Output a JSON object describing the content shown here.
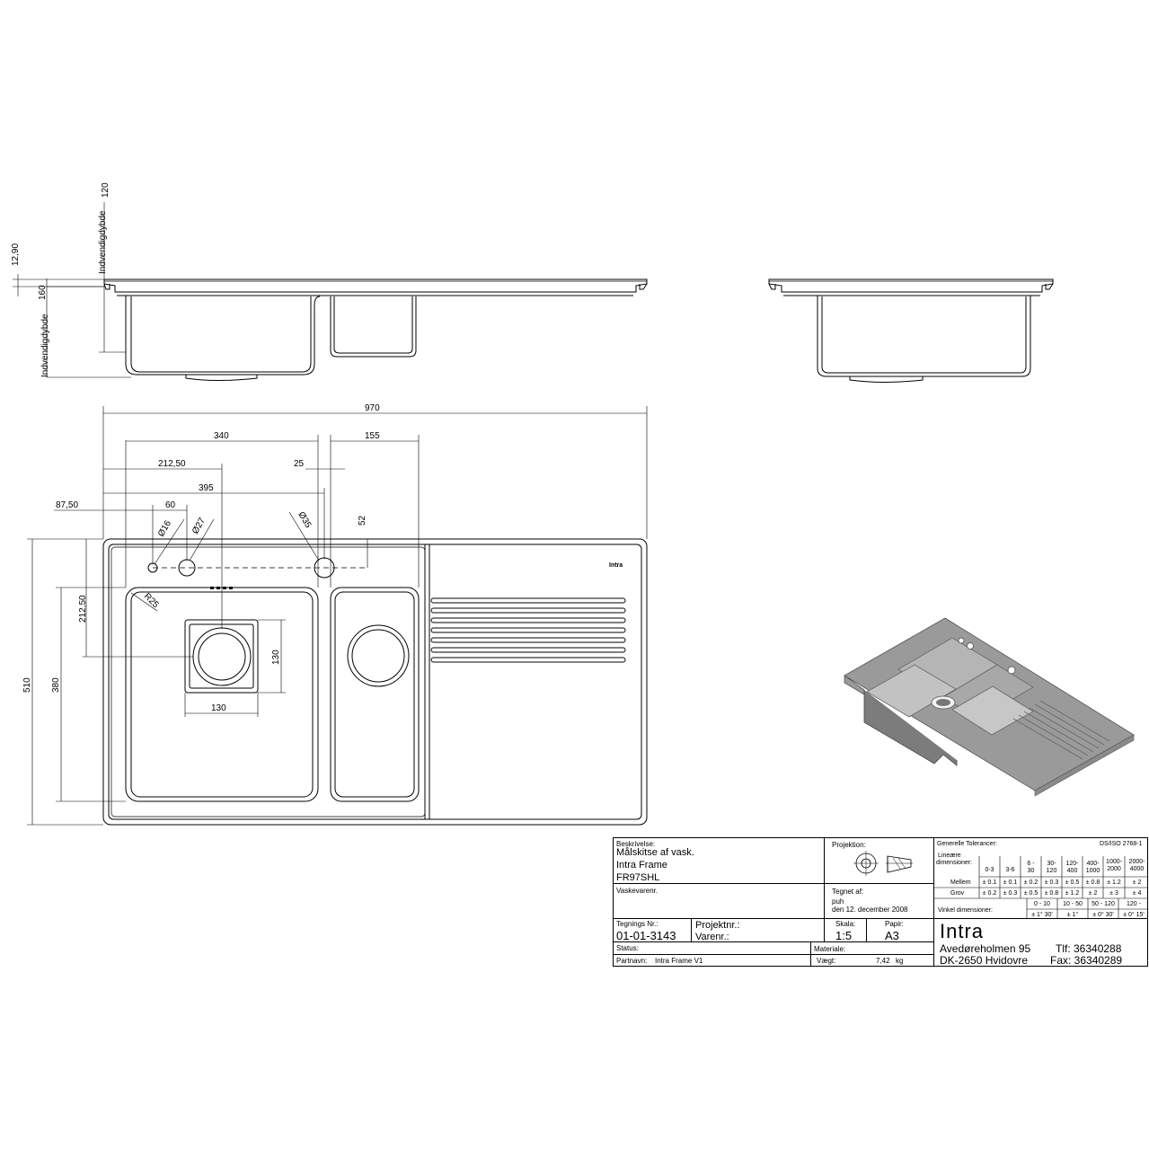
{
  "dimensions": {
    "side_left": {
      "d1": "120",
      "d2": "Indvendigdybde",
      "d3": "12,90",
      "d4": "160",
      "d5": "Indvendigdybde"
    },
    "top": {
      "overall_width": "970",
      "w340": "340",
      "w155": "155",
      "w212": "212,50",
      "w25": "25",
      "w395": "395",
      "w87": "87,50",
      "w60": "60"
    },
    "holes": {
      "d16": "Ø16",
      "d27": "Ø27",
      "d35": "Ø35",
      "h52": "52"
    },
    "left": {
      "h510": "510",
      "h380": "380",
      "h212": "212,50",
      "r25": "R25"
    },
    "drain": {
      "w130": "130",
      "h130": "130"
    }
  },
  "logo_text": "Intra",
  "title_block": {
    "beskrivelse_label": "Beskrivelse:",
    "beskrivelse_lines": [
      "Målskitse af vask.",
      "Intra Frame",
      "FR97SHL"
    ],
    "projektion_label": "Projektion:",
    "vaskevarenr_label": "Vaskevarenr.",
    "tegnet_label": "Tegnet af:",
    "tegnet_name": "puh",
    "tegnet_date": "den 12. december 2008",
    "tegnings_label": "Tegnings Nr.:",
    "tegnings_value": "01-01-3143",
    "projektnr_label": "Projektnr.:",
    "varenr_label": "Varenr.:",
    "skala_label": "Skala:",
    "skala_value": "1:5",
    "papir_label": "Papir:",
    "papir_value": "A3",
    "status_label": "Status:",
    "partnavn_label": "Partnavn:",
    "partnavn_value": "Intra Frame V1",
    "materiale_label": "Materiale:",
    "vaegt_label": "Vægt:",
    "vaegt_value": "7,42",
    "vaegt_unit": "kg",
    "company": "Intra",
    "address1": "Avedøreholmen 95",
    "address2": "DK-2650 Hvidovre",
    "tlf": "Tlf: 36340288",
    "fax": "Fax: 36340289"
  },
  "tolerances": {
    "label": "Generelle Tolerancer:",
    "standard": "DS/ISO 2768-1",
    "linear_label_1": "Lineære",
    "linear_label_2": "dimensioner:",
    "ranges": [
      "0-3",
      "3-6",
      "6 -\n30",
      "30-\n120",
      "120-\n400",
      "400-\n1000",
      "1000-\n2000",
      "2000-\n4000"
    ],
    "mellem_label": "Mellem",
    "mellem": [
      "± 0.1",
      "± 0.1",
      "± 0.2",
      "± 0.3",
      "± 0.5",
      "± 0.8",
      "± 1.2",
      "± 2"
    ],
    "grov_label": "Grov",
    "grov": [
      "± 0.2",
      "± 0.3",
      "± 0.5",
      "± 0.8",
      "± 1.2",
      "± 2",
      "± 3",
      "± 4"
    ],
    "angle_label": "Vinkel dimensioner:",
    "angle_ranges": [
      "0 - 10",
      "10 - 50",
      "50 - 120",
      "120 -"
    ],
    "angle_values": [
      "± 1° 30'",
      "± 1°",
      "± 0° 30'",
      "± 0° 15'"
    ]
  }
}
